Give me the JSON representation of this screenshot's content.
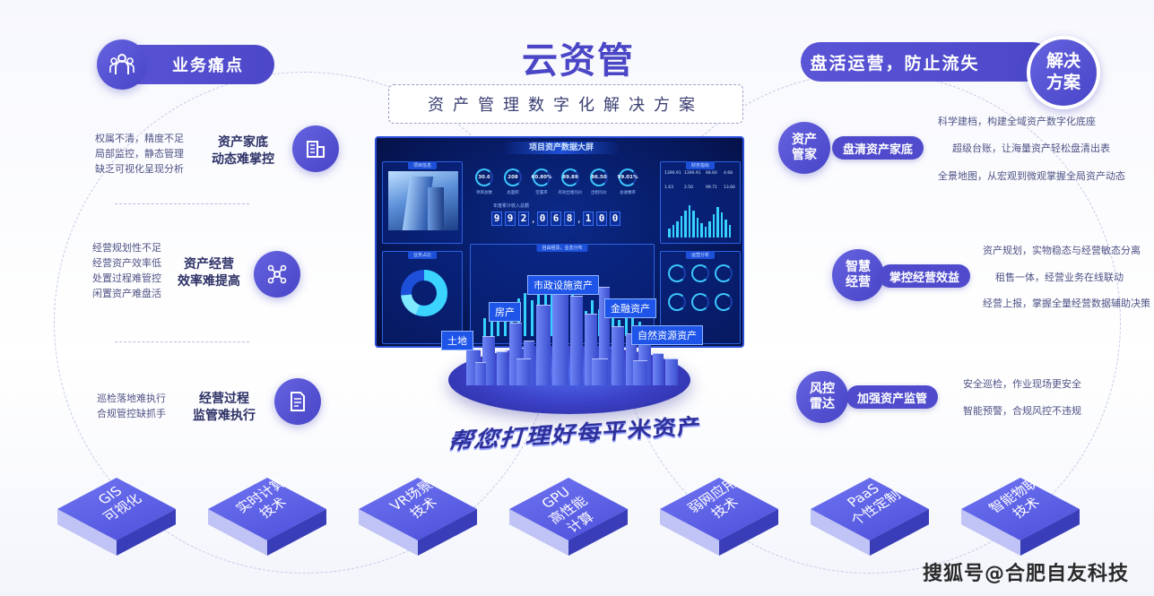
{
  "header": {
    "title": "云资管",
    "subtitle": "资产管理数字化解决方案"
  },
  "left": {
    "section_title": "业务痛点",
    "items": [
      {
        "label": "资产家底\n动态难掌控",
        "points": [
          "权属不清，精度不足",
          "局部监控，静态管理",
          "缺乏可视化呈现分析"
        ]
      },
      {
        "label": "资产经营\n效率难提高",
        "points": [
          "经营规划性不足",
          "经营资产效率低",
          "处置过程难管控",
          "闲置资产难盘活"
        ]
      },
      {
        "label": "经营过程\n监管难执行",
        "points": [
          "巡检落地难执行",
          "合规管控缺抓手"
        ]
      }
    ]
  },
  "right": {
    "section_title": "盘活运营，防止流失",
    "section_badge": "解决\n方案",
    "items": [
      {
        "circle": "资产\n管家",
        "pill": "盘清资产家底",
        "points": [
          "科学建档，构建全域资产数字化底座",
          "超级台账，让海量资产轻松盘清出表",
          "全景地图，从宏观到微观掌握全局资产动态"
        ]
      },
      {
        "circle": "智慧\n经营",
        "pill": "掌控经营效益",
        "points": [
          "资产规划，实物稳态与经营敏态分离",
          "租售一体，经营业务在线联动",
          "经营上报，掌握全量经营数据辅助决策"
        ]
      },
      {
        "circle": "风控\n雷达",
        "pill": "加强资产监管",
        "points": [
          "安全巡检，作业现场更安全",
          "智能预警，合规风控不违规"
        ]
      }
    ]
  },
  "dashboard": {
    "title": "项目资产数据大屏",
    "panel_left_top": "项目信息",
    "panel_left_bottom": "业务占比",
    "panel_center_bottom": "自由租赁，业态分布",
    "panel_right_top": "财务指标",
    "panel_right_bottom": "运营分析",
    "gauges": [
      "30.6",
      "208",
      "60.80%",
      "89.89",
      "86.50",
      "99.01%"
    ],
    "gauge_labels": [
      "项目总数",
      "总面积",
      "空置率",
      "有效出租均价",
      "出租均价",
      "总收缴率"
    ],
    "counter_label": "年度累计收入总额",
    "counter_digits": [
      "9",
      "9",
      "2",
      ",",
      "0",
      "6",
      "8",
      ",",
      "1",
      "0",
      "0"
    ],
    "right_nums": [
      "1390.91",
      "1390.91",
      "68.60",
      "4.68",
      "1.63",
      "2.50",
      "99.71",
      "13.66"
    ]
  },
  "city": {
    "labels": [
      "市政设施资产",
      "房产",
      "金融资产",
      "土地",
      "自然资源资产"
    ],
    "slogan": "帮您打理好每平米资产"
  },
  "tech": [
    "GIS\n可视化",
    "实时计算\n技术",
    "VR场景\n技术",
    "GPU\n高性能\n计算",
    "弱网应用\n技术",
    "PaaS\n个性定制",
    "智能物联\n技术"
  ],
  "watermark": "搜狐号@合肥自友科技",
  "colors": {
    "accent": "#4f4bcc",
    "dashboard": "#061656"
  }
}
